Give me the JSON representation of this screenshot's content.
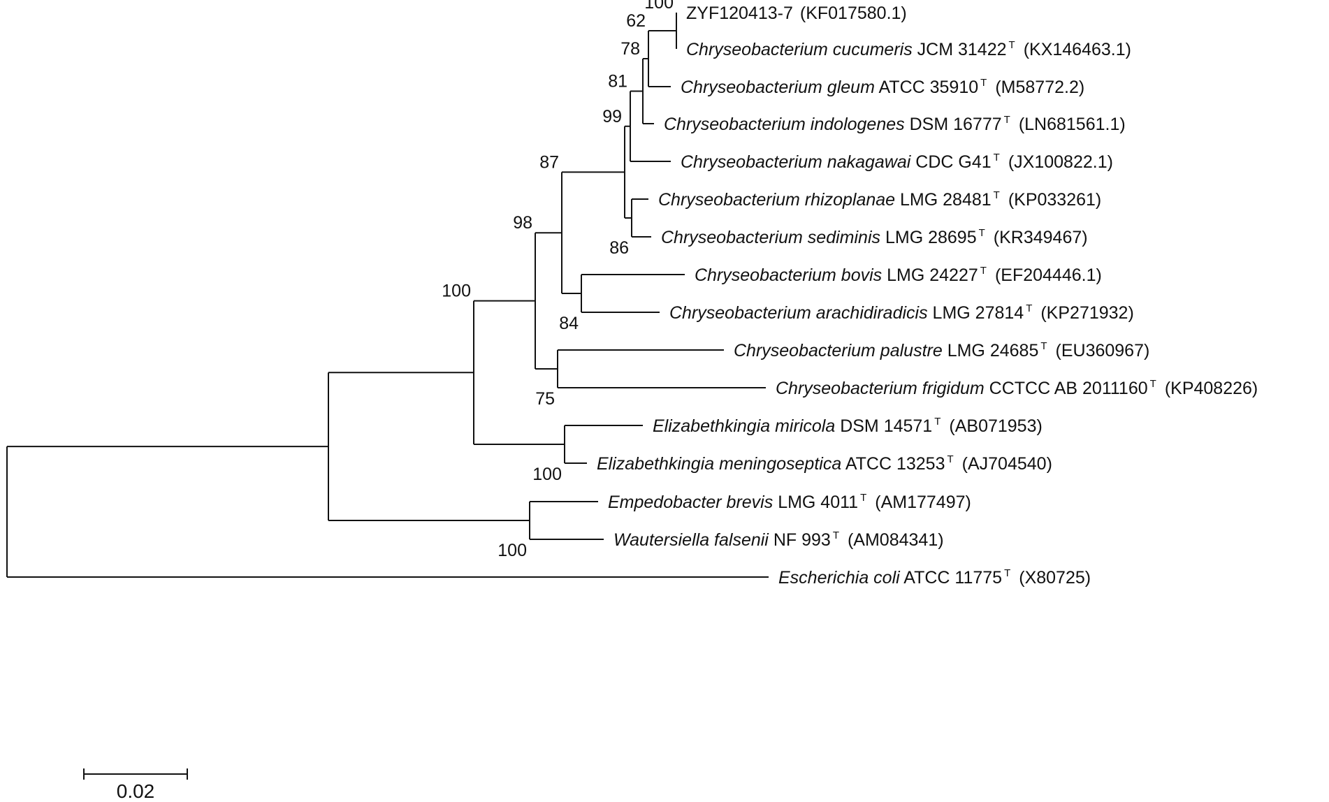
{
  "tree": {
    "line_color": "#111111",
    "leaves": [
      {
        "id": "L1",
        "species": "",
        "strain": "ZYF120413-7",
        "type_strain": false,
        "accession": "(KF017580.1)"
      },
      {
        "id": "L2",
        "species": "Chryseobacterium cucumeris",
        "strain": "JCM 31422",
        "type_strain": true,
        "accession": "(KX146463.1)"
      },
      {
        "id": "L3",
        "species": "Chryseobacterium gleum",
        "strain": "ATCC 35910",
        "type_strain": true,
        "accession": "(M58772.2)"
      },
      {
        "id": "L4",
        "species": "Chryseobacterium indologenes",
        "strain": "DSM 16777",
        "type_strain": true,
        "accession": "(LN681561.1)"
      },
      {
        "id": "L5",
        "species": "Chryseobacterium nakagawai",
        "strain": "CDC G41",
        "type_strain": true,
        "accession": "(JX100822.1)"
      },
      {
        "id": "L6",
        "species": "Chryseobacterium rhizoplanae",
        "strain": "LMG 28481",
        "type_strain": true,
        "accession": "(KP033261)"
      },
      {
        "id": "L7",
        "species": "Chryseobacterium sediminis",
        "strain": "LMG 28695",
        "type_strain": true,
        "accession": "(KR349467)"
      },
      {
        "id": "L8",
        "species": "Chryseobacterium  bovis",
        "strain": "LMG 24227",
        "type_strain": true,
        "accession": "(EF204446.1)"
      },
      {
        "id": "L9",
        "species": "Chryseobacterium arachidiradicis",
        "strain": "LMG 27814",
        "type_strain": true,
        "accession": "(KP271932)"
      },
      {
        "id": "L10",
        "species": "Chryseobacterium palustre",
        "strain": "LMG 24685",
        "type_strain": true,
        "accession": "(EU360967)"
      },
      {
        "id": "L11",
        "species": "Chryseobacterium frigidum",
        "strain": "CCTCC AB 2011160",
        "type_strain": true,
        "accession": "(KP408226)"
      },
      {
        "id": "L12",
        "species": "Elizabethkingia miricola",
        "strain": "DSM 14571",
        "type_strain": true,
        "accession": "(AB071953)"
      },
      {
        "id": "L13",
        "species": "Elizabethkingia meningoseptica",
        "strain": "ATCC 13253",
        "type_strain": true,
        "accession": "(AJ704540)"
      },
      {
        "id": "L14",
        "species": "Empedobacter brevis",
        "strain": "LMG 4011",
        "type_strain": true,
        "accession": "(AM177497)"
      },
      {
        "id": "L15",
        "species": "Wautersiella falsenii",
        "strain": "NF 993",
        "type_strain": true,
        "accession": "(AM084341)"
      },
      {
        "id": "L16",
        "species": "Escherichia coli",
        "strain": "ATCC 11775",
        "type_strain": true,
        "accession": "(X80725)"
      }
    ],
    "type_strain_mark": "T",
    "bootstrap_values": {
      "N_cucumeris": "100",
      "N_gleum": "62",
      "N_indologenes": "78",
      "N_nakagawai": "81",
      "N_rhizo_sed": "86",
      "N_core": "99",
      "N_bovis_arach": "84",
      "N_main": "87",
      "N_palustre_frig": "75",
      "N_chryseo": "98",
      "N_elizabeth": "100",
      "N_ingroup": "100",
      "N_emp_waut": "100"
    },
    "scale_bar": {
      "label": "0.02",
      "length": 0.02
    }
  }
}
